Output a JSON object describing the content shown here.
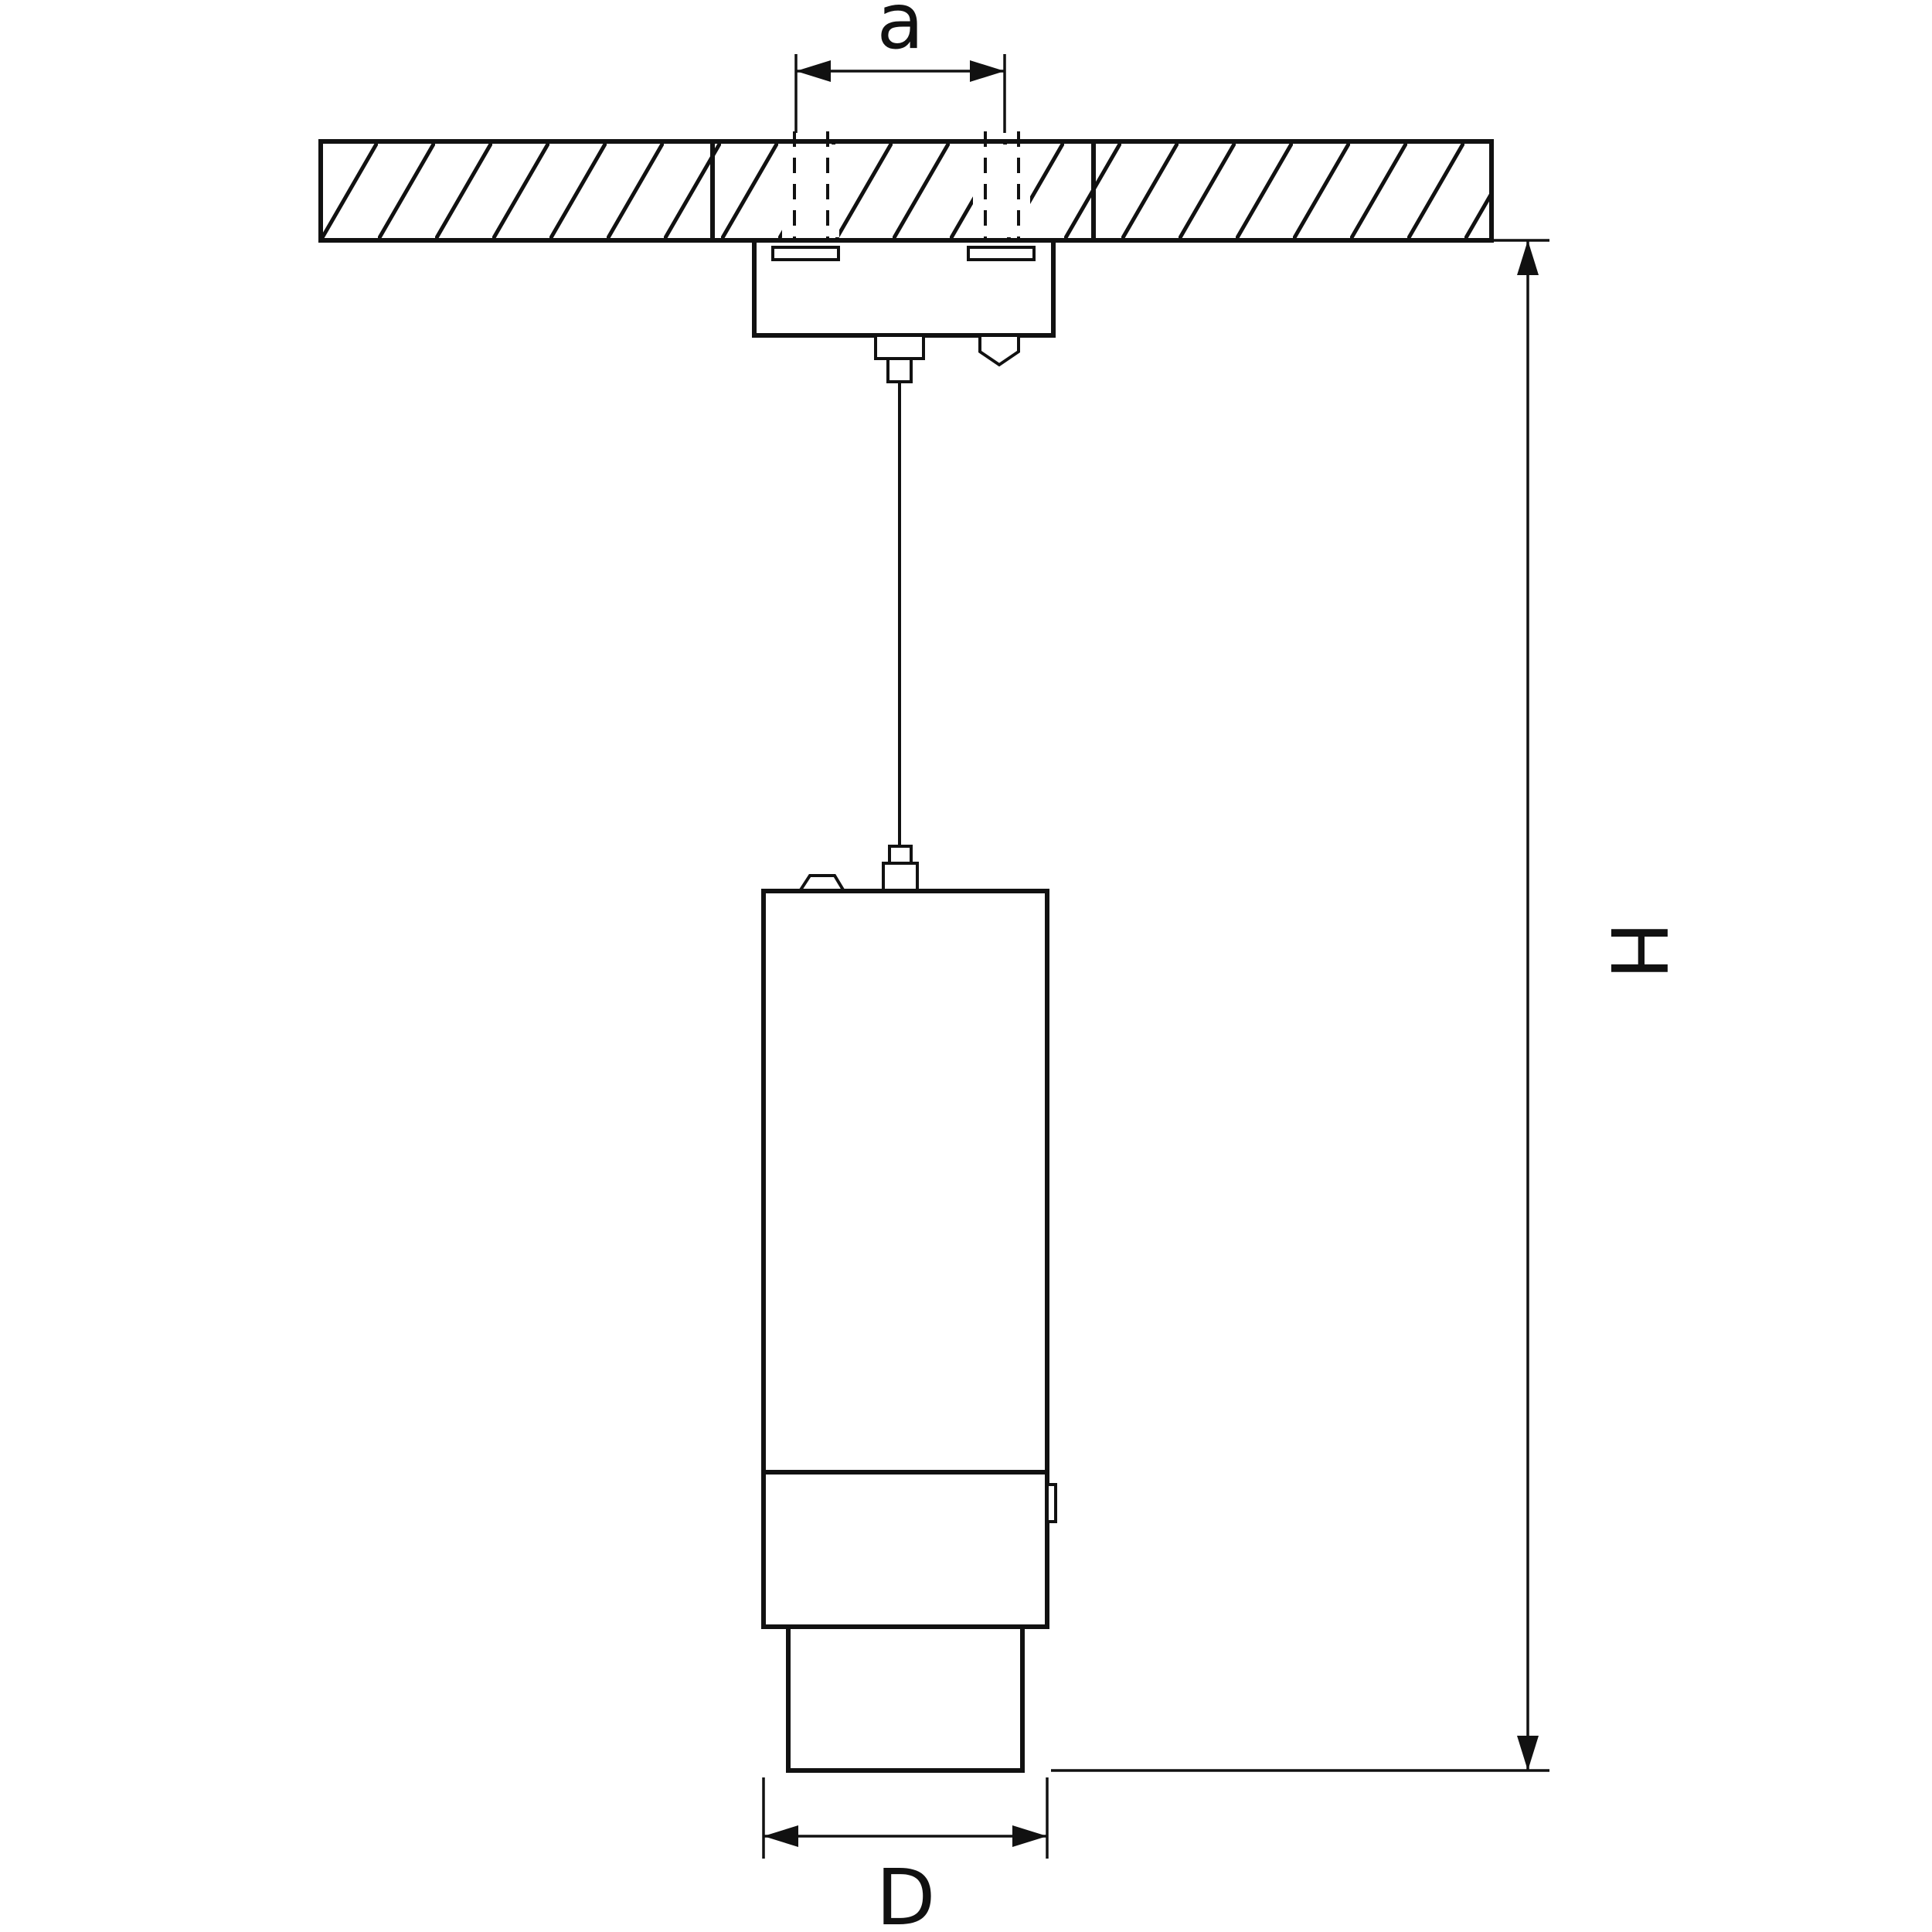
{
  "diagram": {
    "labels": {
      "hole_spacing": "a",
      "overall_height": "H",
      "diameter": "D"
    },
    "colors": {
      "line": "#111111",
      "background": "#ffffff"
    }
  }
}
